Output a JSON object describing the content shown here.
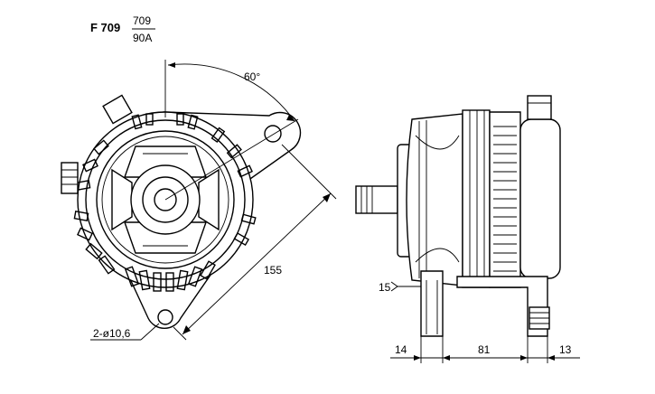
{
  "header": {
    "model_code": "F 709",
    "fraction_top": "709",
    "fraction_bottom": "90A"
  },
  "front_view": {
    "angle_label": "60°",
    "diagonal_label": "155",
    "hole_label": "2-ø10,6"
  },
  "side_view": {
    "dim_left": "14",
    "dim_mid": "81",
    "dim_right": "13",
    "offset_label": "15"
  }
}
